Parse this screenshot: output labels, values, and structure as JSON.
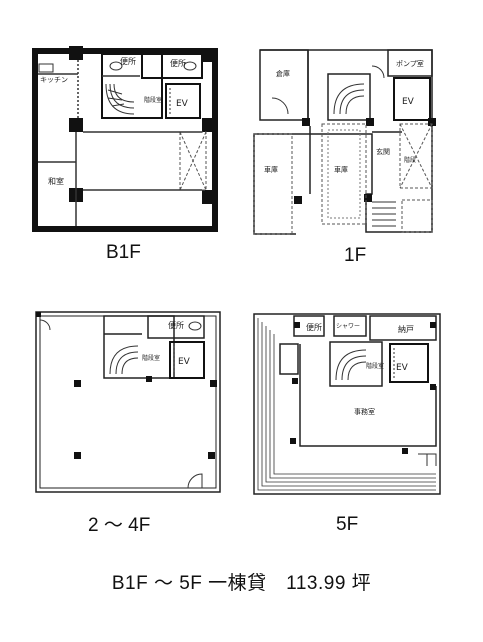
{
  "floors": [
    {
      "id": "b1f",
      "label": "B1F",
      "rooms": {
        "kitchen": "キッチン",
        "toilet": "便所",
        "toilet2": "便所",
        "stairs": "階段室",
        "ev": "EV",
        "washitsu": "和室"
      }
    },
    {
      "id": "1f",
      "label": "1F",
      "rooms": {
        "pump": "ポンプ室",
        "storage": "倉庫",
        "ev": "EV",
        "garage1": "車庫",
        "garage2": "車庫",
        "entrance": "玄関",
        "stairs": "階段"
      }
    },
    {
      "id": "2-4f",
      "label": "2 ～ 4F",
      "rooms": {
        "toilet": "便所",
        "stairs": "階段室",
        "ev": "EV"
      }
    },
    {
      "id": "5f",
      "label": "5F",
      "rooms": {
        "toilet": "便所",
        "shower": "シャワー",
        "closet": "納戸",
        "stairs": "階段室",
        "ev": "EV",
        "office": "事務室"
      }
    }
  ],
  "caption": "B1F ～ 5F 一棟貸　113.99 坪"
}
